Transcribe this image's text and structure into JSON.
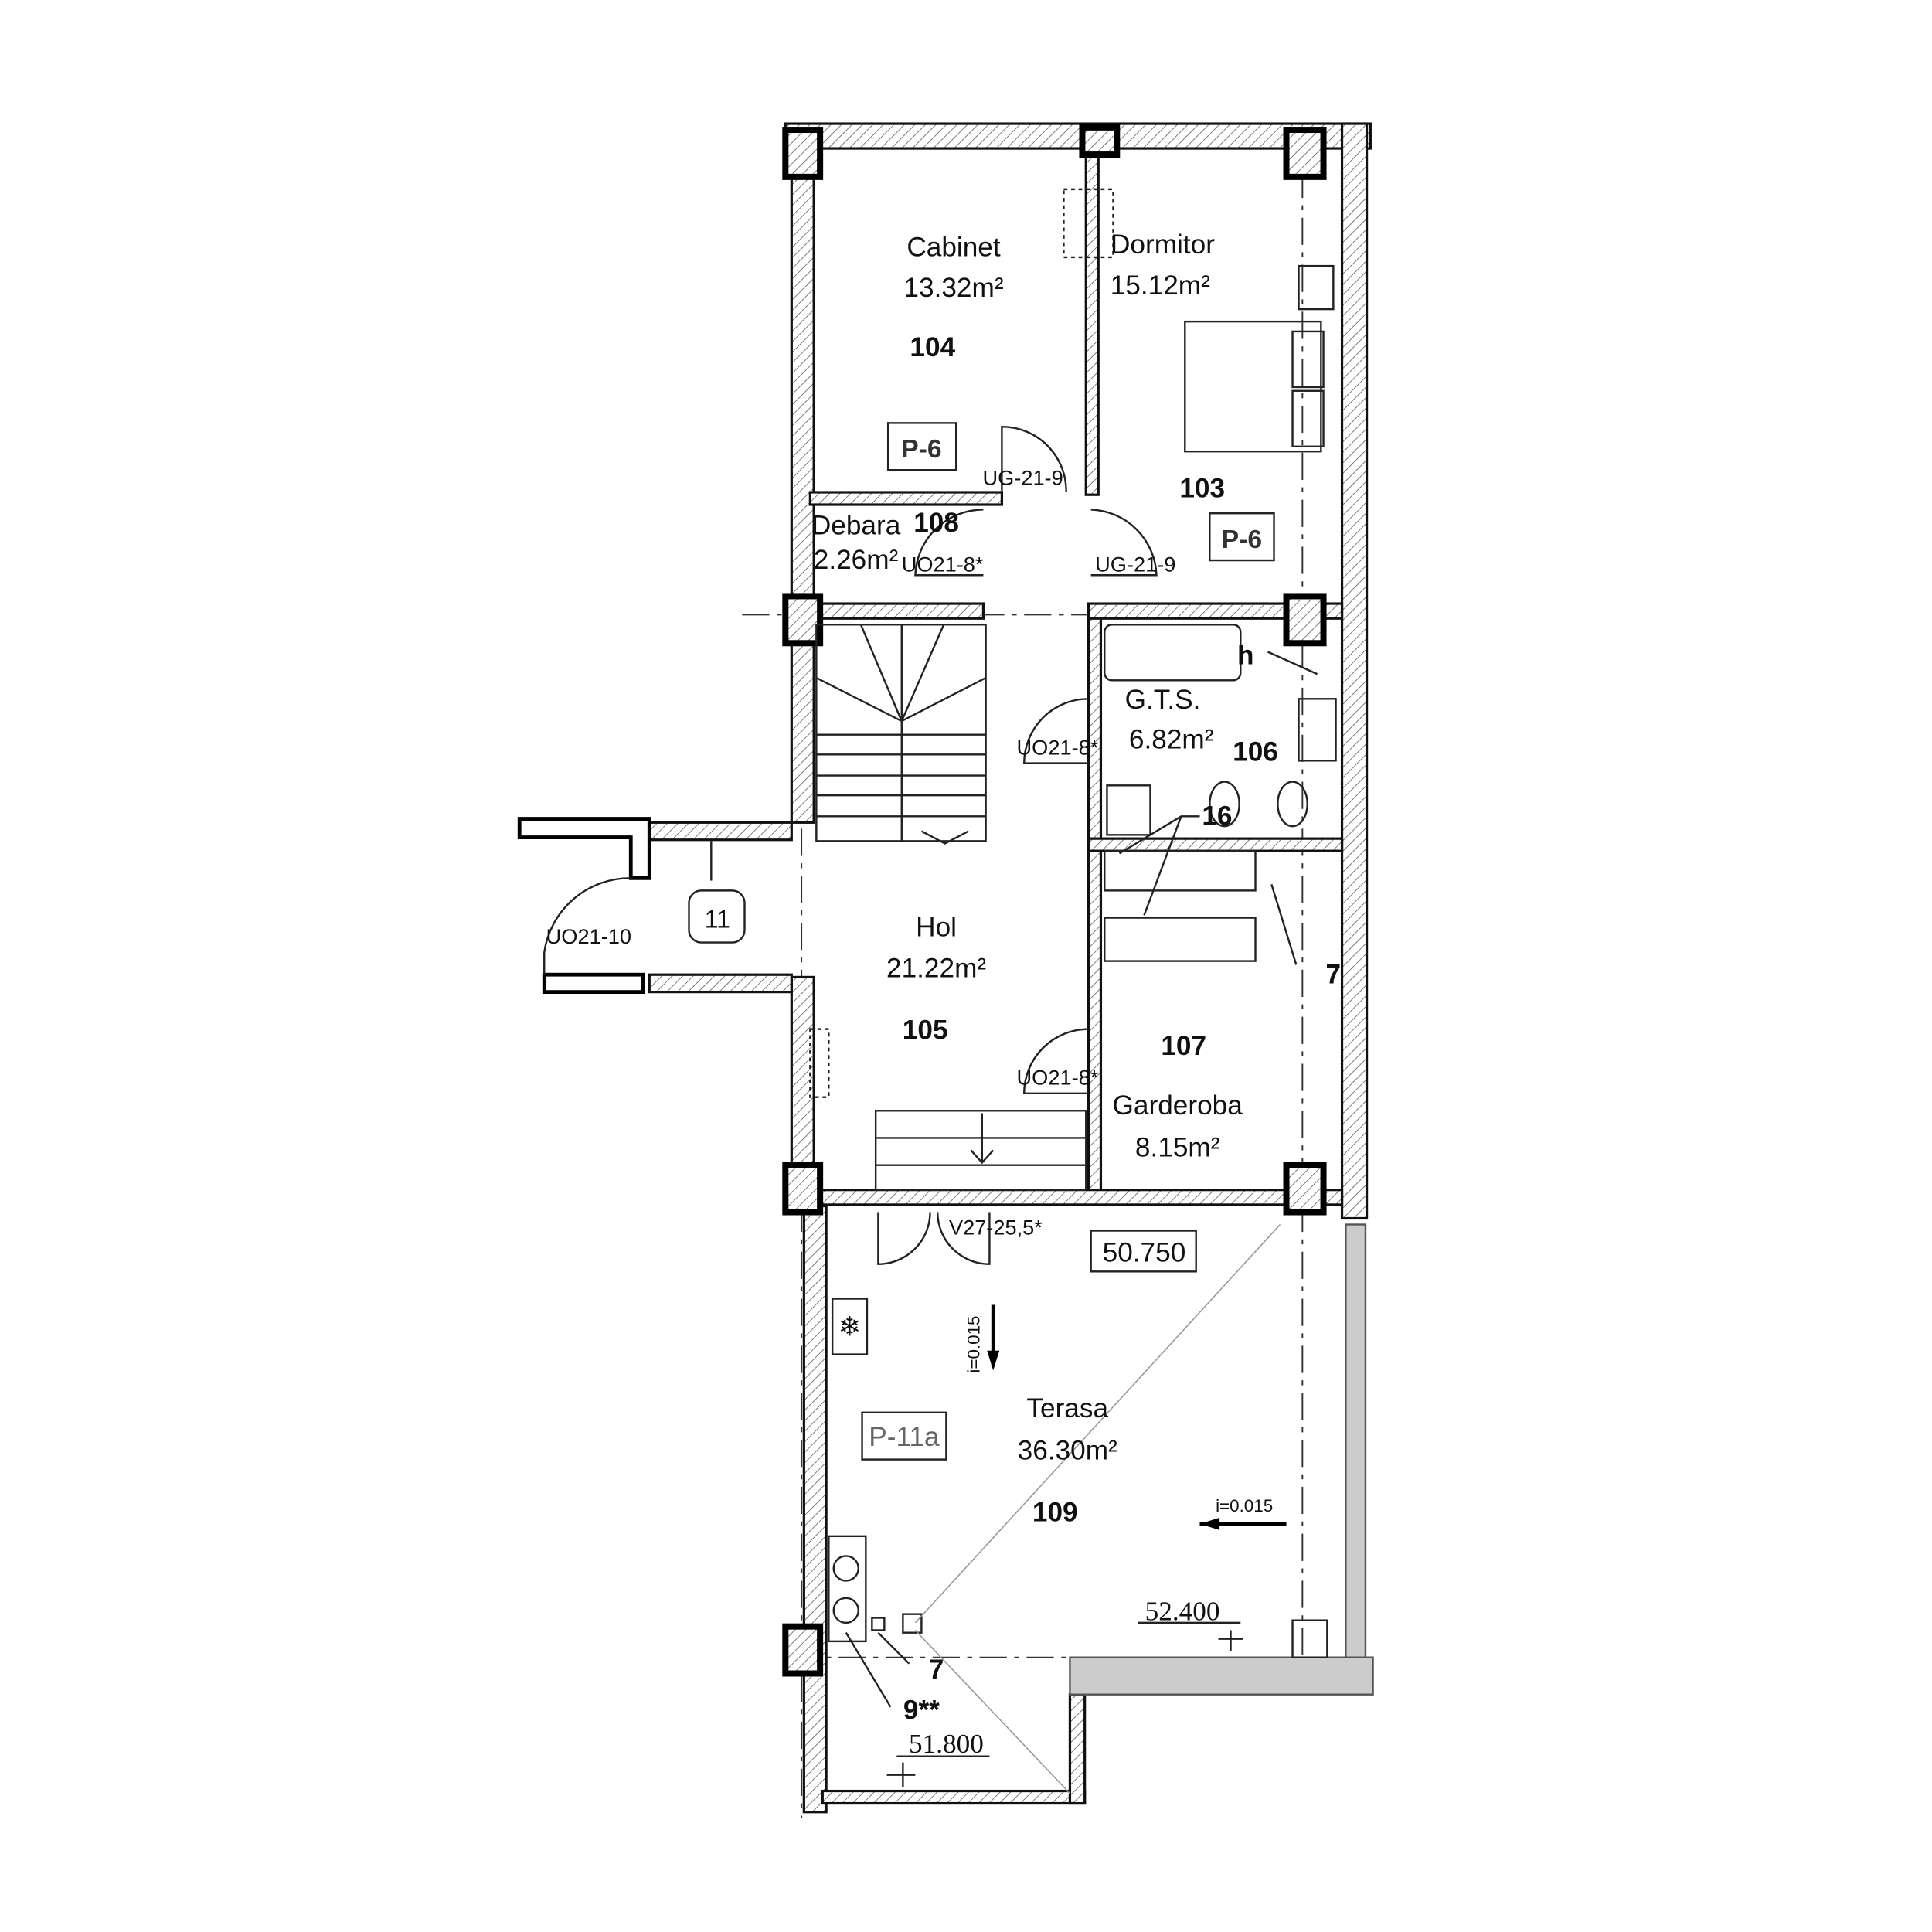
{
  "rooms": {
    "cabinet": {
      "name": "Cabinet",
      "area": "13.32m²",
      "number": "104",
      "tag": "P-6"
    },
    "dormitor": {
      "name": "Dormitor",
      "area": "15.12m²",
      "number": "103",
      "tag": "P-6"
    },
    "debara": {
      "name": "Debara",
      "area": "2.26m²",
      "number": "108"
    },
    "gts": {
      "name": "G.T.S.",
      "area": "6.82m²",
      "number": "106"
    },
    "hol": {
      "name": "Hol",
      "area": "21.22m²",
      "number": "105"
    },
    "garderoba": {
      "name": "Garderoba",
      "area": "8.15m²",
      "number": "107"
    },
    "terasa": {
      "name": "Terasa",
      "area": "36.30m²",
      "number": "109",
      "tag": "P-11a"
    }
  },
  "doors": {
    "cabinet_door": "UG-21-9",
    "dormitor_door": "UG-21-9",
    "debara_door": "UO21-8*",
    "gts_door": "UO21-8*",
    "garderoba_door": "UO21-8*",
    "entrance_door": "UO21-10",
    "terrace_door": "V27-25,5*"
  },
  "markers": {
    "entrance_circle": "11",
    "gts_h": "h",
    "appliances_16": "16",
    "ref_7_garderoba": "7",
    "ref_7_terrace": "7",
    "ref_9": "9**"
  },
  "levels": {
    "floor_box": "50.750",
    "level_right": "52.400",
    "level_left": "51.800"
  },
  "slopes": {
    "vertical": "i=0.015",
    "horizontal": "i=0.015"
  }
}
